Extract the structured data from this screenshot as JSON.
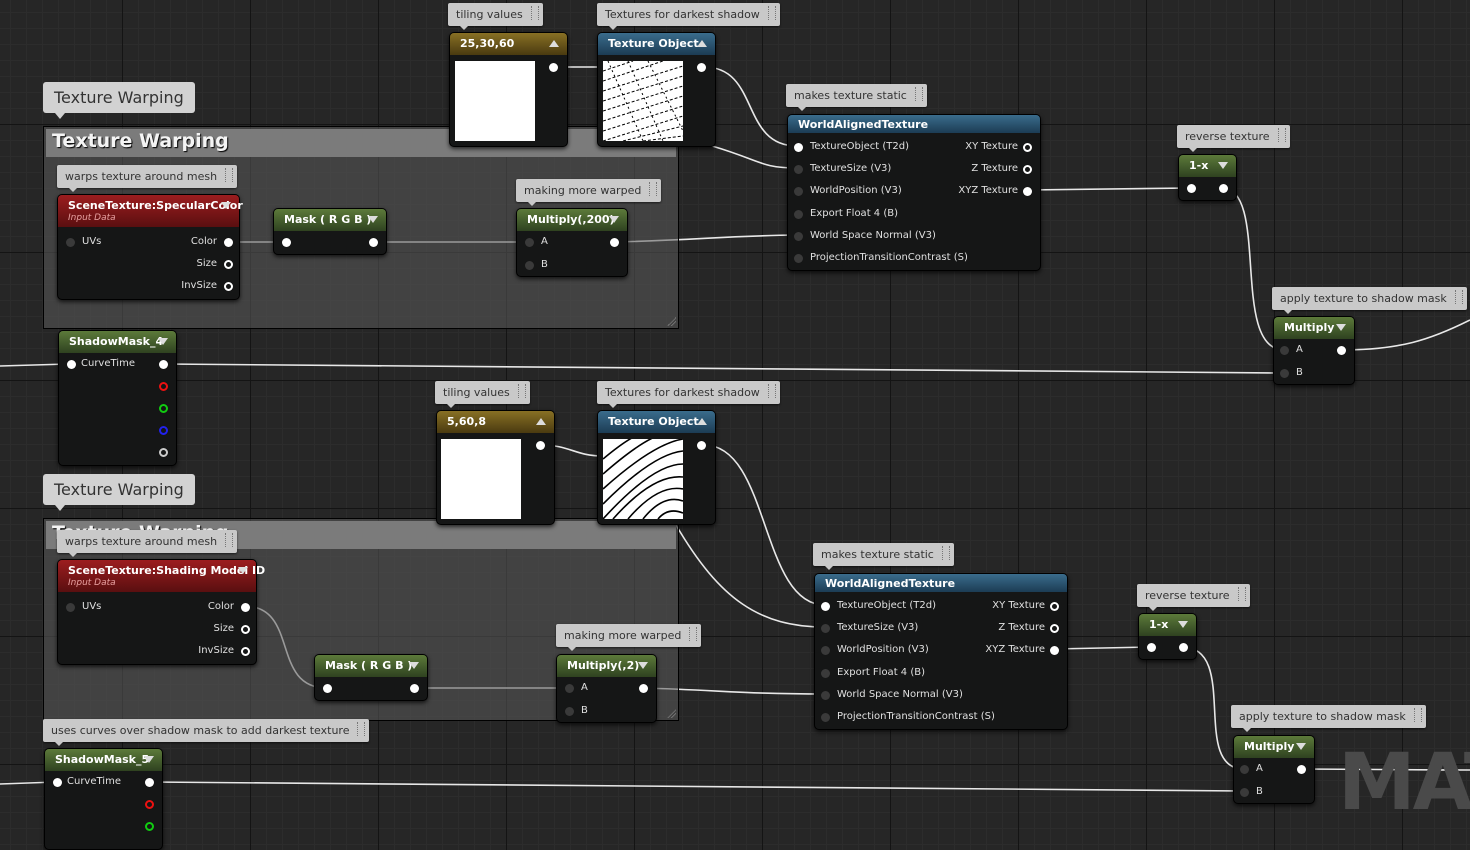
{
  "watermark": "MAT",
  "comment_boxes": [
    {
      "tab": "Texture Warping",
      "title": "Texture Warping"
    },
    {
      "tab": "Texture Warping",
      "title": "Texture Warping"
    }
  ],
  "comments": {
    "tiling_values_1": "tiling values",
    "textures_dark_1": "Textures for darkest shadow",
    "makes_static_1": "makes texture static",
    "reverse_texture_1": "reverse texture",
    "warps_around_mesh": "warps texture around mesh",
    "making_warped_1": "making more warped",
    "apply_shadow_1": "apply texture to shadow mask",
    "tiling_values_2": "tiling values",
    "textures_dark_2": "Textures for darkest shadow",
    "makes_static_2": "makes texture static",
    "reverse_texture_2": "reverse texture",
    "warps_around_mesh_2": "warps texture around mesh",
    "making_warped_2": "making more warped",
    "apply_shadow_2": "apply texture to shadow mask",
    "uses_curves": "uses curves over shadow mask to add darkest texture"
  },
  "nodes": {
    "const1": {
      "title": "25,30,60"
    },
    "texobj1": {
      "title": "Texture Object"
    },
    "const2": {
      "title": "5,60,8"
    },
    "texobj2": {
      "title": "Texture Object"
    },
    "scene1": {
      "title": "SceneTexture:SpecularColor",
      "subtitle": "Input Data",
      "uvs": "UVs",
      "color": "Color",
      "size": "Size",
      "invsize": "InvSize"
    },
    "scene2": {
      "title": "SceneTexture:Shading Model ID",
      "subtitle": "Input Data",
      "uvs": "UVs",
      "color": "Color",
      "size": "Size",
      "invsize": "InvSize"
    },
    "mask1": {
      "title": "Mask ( R G B )"
    },
    "mask2": {
      "title": "Mask ( R G B )"
    },
    "mul200": {
      "title": "Multiply(,200)",
      "a": "A",
      "b": "B"
    },
    "mul2": {
      "title": "Multiply(,2)",
      "a": "A",
      "b": "B"
    },
    "wat1": {
      "title": "WorldAlignedTexture",
      "in1": "TextureObject (T2d)",
      "in2": "TextureSize (V3)",
      "in3": "WorldPosition (V3)",
      "in4": "Export Float 4 (B)",
      "in5": "World Space Normal (V3)",
      "in6": "ProjectionTransitionContrast (S)",
      "out1": "XY Texture",
      "out2": "Z Texture",
      "out3": "XYZ Texture"
    },
    "wat2": {
      "title": "WorldAlignedTexture",
      "in1": "TextureObject (T2d)",
      "in2": "TextureSize (V3)",
      "in3": "WorldPosition (V3)",
      "in4": "Export Float 4 (B)",
      "in5": "World Space Normal (V3)",
      "in6": "ProjectionTransitionContrast (S)",
      "out1": "XY Texture",
      "out2": "Z Texture",
      "out3": "XYZ Texture"
    },
    "omx1": {
      "title": "1-x"
    },
    "omx2": {
      "title": "1-x"
    },
    "mulA": {
      "title": "Multiply",
      "a": "A",
      "b": "B"
    },
    "mulB": {
      "title": "Multiply",
      "a": "A",
      "b": "B"
    },
    "shadow4": {
      "title": "ShadowMask_4",
      "curvetime": "CurveTime"
    },
    "shadow5": {
      "title": "ShadowMask_5",
      "curvetime": "CurveTime"
    }
  }
}
